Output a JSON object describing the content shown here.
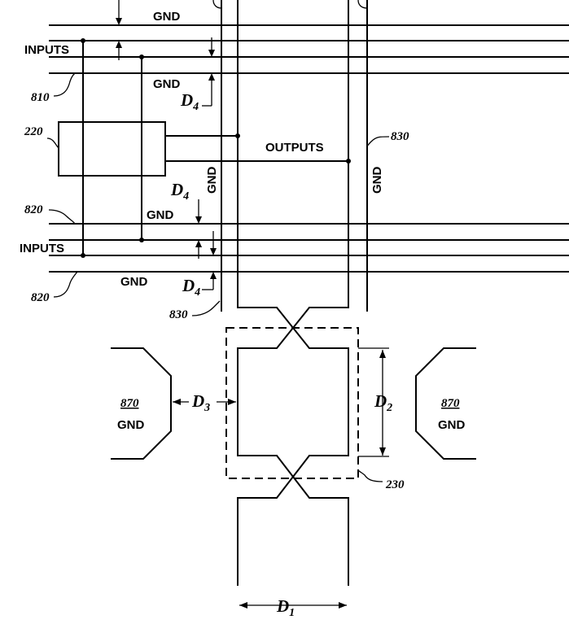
{
  "labels": {
    "gnd": "GND",
    "inputs": "INPUTS",
    "outputs": "OUTPUTS"
  },
  "refs": {
    "r810": "810",
    "r220": "220",
    "r820": "820",
    "r830": "830",
    "r870": "870",
    "r230": "230"
  },
  "dims": {
    "D": "D",
    "s1": "1",
    "s2": "2",
    "s3": "3",
    "s4": "4"
  }
}
